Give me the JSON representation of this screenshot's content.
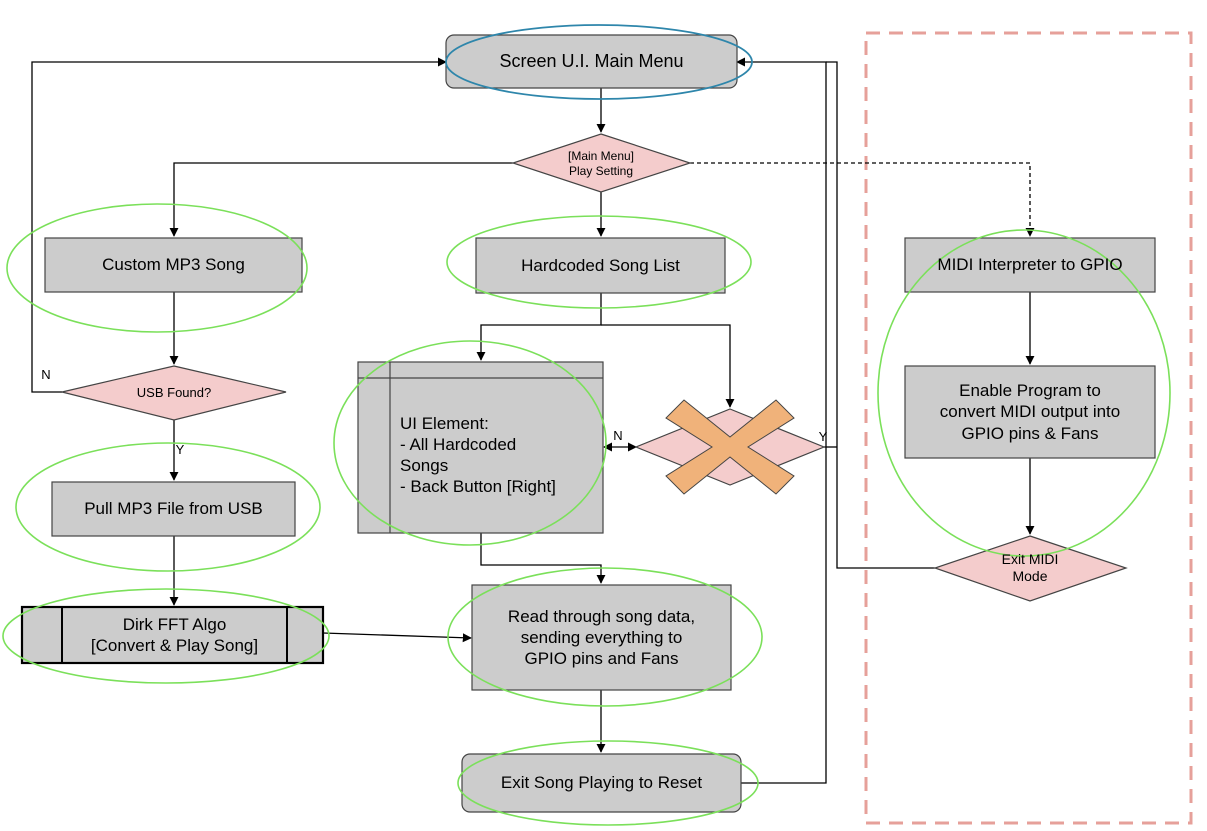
{
  "nodes": {
    "main_menu": "Screen U.I. Main Menu",
    "play_setting": "[Main Menu]\nPlay Setting",
    "custom_mp3": "Custom MP3 Song",
    "hardcoded_list": "Hardcoded Song List",
    "midi_interpreter": "MIDI Interpreter to GPIO",
    "usb_found": "USB Found?",
    "ui_element": "UI Element:\n- All Hardcoded\nSongs\n- Back Button [Right]",
    "enable_program": "Enable Program to\nconvert MIDI output into\nGPIO pins & Fans",
    "pull_mp3": "Pull MP3 File from USB",
    "exit_midi": "Exit MIDI\nMode",
    "fft_algo": "Dirk FFT Algo\n[Convert & Play Song]",
    "read_song": "Read through song data,\nsending everything to\nGPIO pins and Fans",
    "exit_song": "Exit Song Playing to Reset"
  },
  "edge_labels": {
    "usb_no": "N",
    "usb_yes": "Y",
    "crossed_no": "N",
    "crossed_yes": "Y"
  },
  "colors": {
    "process_fill": "#cccccc",
    "decision_fill": "#f4cccc",
    "crossed_out": "#f0b27a",
    "highlight_ellipse": "#7be05a",
    "main_menu_ellipse": "#2e86ab",
    "dashed_region": "#e6a09a",
    "line": "#000000"
  }
}
